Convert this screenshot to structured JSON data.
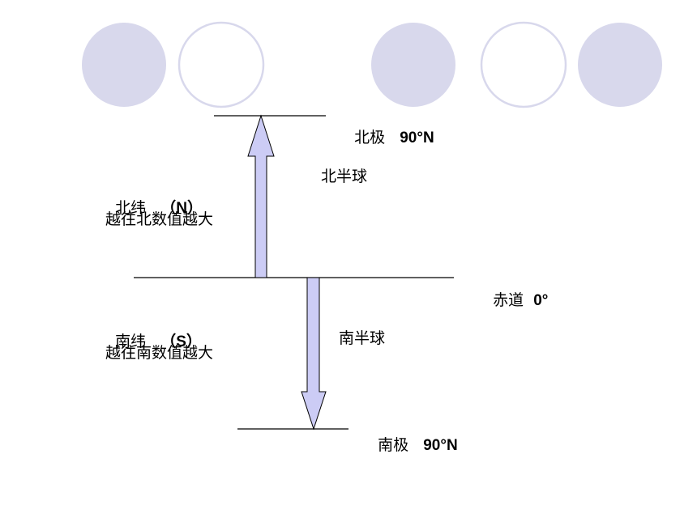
{
  "colors": {
    "circle_fill": "#d8d8ec",
    "circle_outline": "#d8d8ec",
    "arrow_fill": "#ccccf5",
    "line": "#000000"
  },
  "decor": {
    "circles": [
      "filled",
      "outline",
      "filled",
      "outline",
      "filled"
    ]
  },
  "north_pole": {
    "name": "北极",
    "value": "90°N"
  },
  "equator": {
    "name": "赤道",
    "value": "0°"
  },
  "south_pole": {
    "name": "南极",
    "value": "90°N"
  },
  "northern_hemisphere": "北半球",
  "southern_hemisphere": "南半球",
  "north_latitude": {
    "name": "北纬",
    "symbol": "（N）",
    "rule": "越往北数值越大"
  },
  "south_latitude": {
    "name": "南纬",
    "symbol": "（S）",
    "rule": "越往南数值越大"
  }
}
